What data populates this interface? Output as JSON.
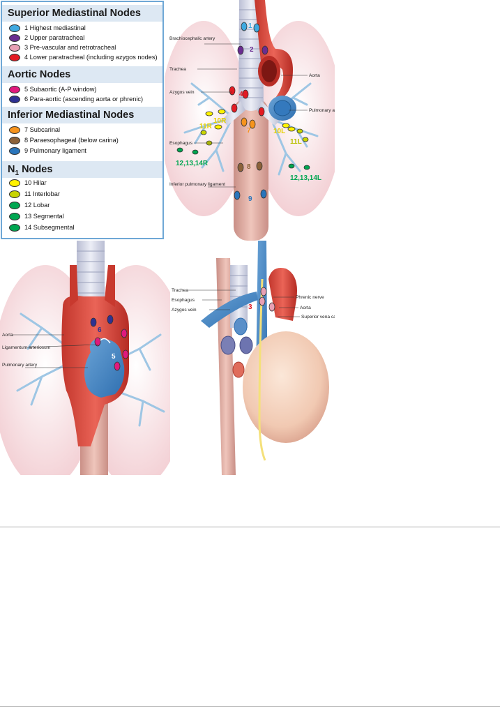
{
  "legend": {
    "sections": [
      {
        "title": "Superior Mediastinal Nodes",
        "items": [
          {
            "label": "1 Highest mediastinal",
            "color": "#3fa9e0"
          },
          {
            "label": "2 Upper paratracheal",
            "color": "#6a2c91"
          },
          {
            "label": "3 Pre-vascular and retrotracheal",
            "color": "#e8a0b4"
          },
          {
            "label": "4 Lower paratracheal (including azygos nodes)",
            "color": "#e31b23"
          }
        ]
      },
      {
        "title": "Aortic Nodes",
        "items": [
          {
            "label": "5 Subaortic (A-P window)",
            "color": "#e0197d"
          },
          {
            "label": "6 Para-aortic (ascending aorta or phrenic)",
            "color": "#2e3192"
          }
        ]
      },
      {
        "title": "Inferior Mediastinal Nodes",
        "items": [
          {
            "label": "7 Subcarinal",
            "color": "#f7941d"
          },
          {
            "label": "8 Paraesophageal (below carina)",
            "color": "#8c6239"
          },
          {
            "label": "9 Pulmonary ligament",
            "color": "#2a75bb"
          }
        ]
      },
      {
        "title": "N",
        "title_sub": "1",
        "title_rest": " Nodes",
        "items": [
          {
            "label": "10 Hilar",
            "color": "#fff200"
          },
          {
            "label": "11 Interlobar",
            "color": "#c8d400"
          },
          {
            "label": "12 Lobar",
            "color": "#00a651"
          },
          {
            "label": "13 Segmental",
            "color": "#00a651"
          },
          {
            "label": "14 Subsegmental",
            "color": "#00a651"
          }
        ]
      }
    ]
  },
  "panel_a": {
    "labels": {
      "brachiocephalic": "Brachiocephalic artery",
      "trachea": "Trachea",
      "azygos": "Azygos vein",
      "esophagus": "Esophagus",
      "inferior_ligament": "Inferior pulmonary ligament",
      "aorta": "Aorta",
      "pulmonary_artery": "Pulmonary artery"
    },
    "node_labels": {
      "n1": "1",
      "n2": "2",
      "n4": "4",
      "n7": "7",
      "n8": "8",
      "n9": "9",
      "n11r": "11R",
      "n10r": "10R",
      "n10l": "10L",
      "n11l": "11L",
      "n12r": "12,13,14R",
      "n12l": "12,13,14L"
    }
  },
  "panel_b": {
    "labels": {
      "aorta": "Aorta",
      "ligamentum": "Ligamentum arteriosum",
      "pulmonary_artery": "Pulmonary artery"
    },
    "node_labels": {
      "n5": "5",
      "n6": "6"
    }
  },
  "panel_c": {
    "labels": {
      "trachea": "Trachea",
      "esophagus": "Esophagus",
      "azygos": "Azygos vein",
      "phrenic": "Phrenic nerve",
      "aorta": "Aorta",
      "svc": "Superior vena cava"
    },
    "node_labels": {
      "n3": "3"
    }
  }
}
